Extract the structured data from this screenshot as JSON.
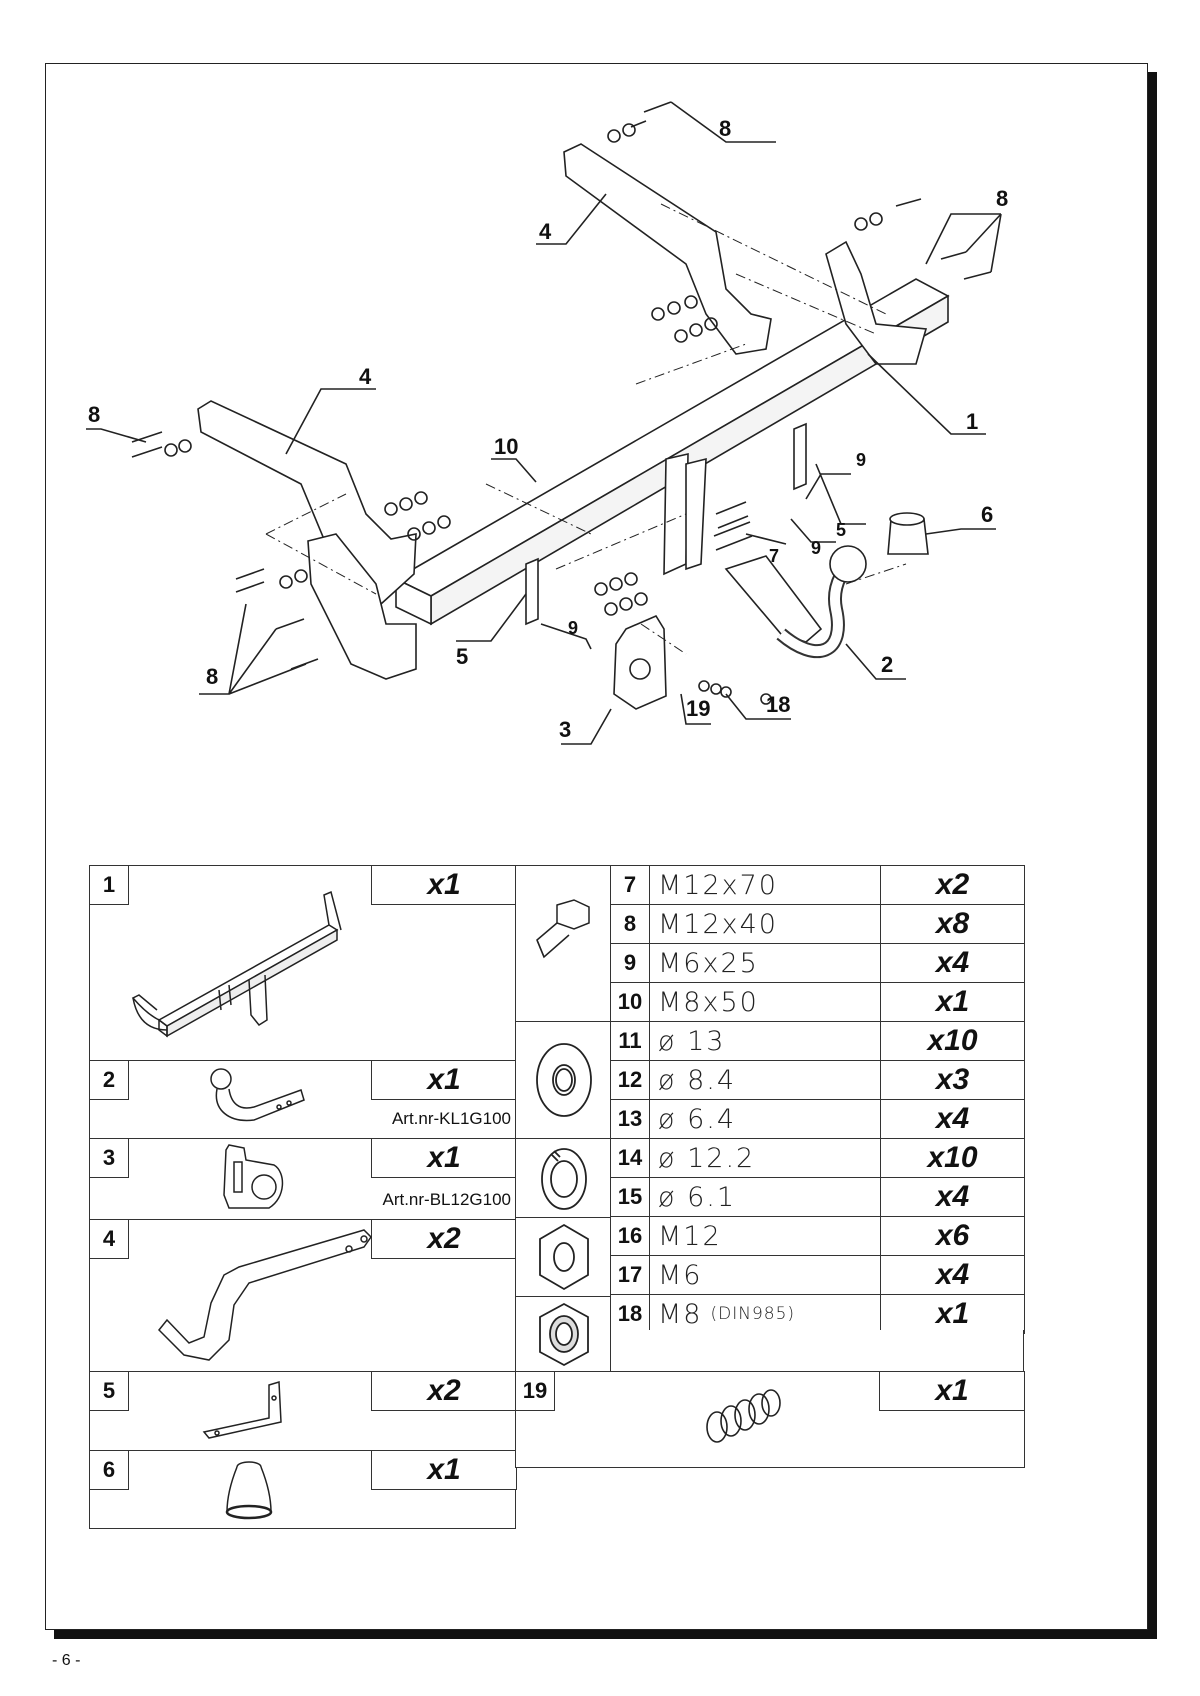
{
  "callouts": {
    "c1": "1",
    "c2": "2",
    "c3": "3",
    "c4a": "4",
    "c4b": "4",
    "c5a": "5",
    "c5b": "5",
    "c6": "6",
    "c7": "7",
    "c8a": "8",
    "c8b": "8",
    "c8c": "8",
    "c8d": "8",
    "c9a": "9",
    "c9b": "9",
    "c9c": "9",
    "c10": "10",
    "c18": "18",
    "c19": "19"
  },
  "left_parts": [
    {
      "num": "1",
      "qty": "x1",
      "art": ""
    },
    {
      "num": "2",
      "qty": "x1",
      "art": "Art.nr-KL1G100"
    },
    {
      "num": "3",
      "qty": "x1",
      "art": "Art.nr-BL12G100"
    },
    {
      "num": "4",
      "qty": "x2",
      "art": ""
    },
    {
      "num": "5",
      "qty": "x2",
      "art": ""
    },
    {
      "num": "6",
      "qty": "x1",
      "art": ""
    }
  ],
  "hardware": [
    {
      "num": "7",
      "spec": "M12x70",
      "note": "",
      "qty": "x2"
    },
    {
      "num": "8",
      "spec": "M12x40",
      "note": "",
      "qty": "x8"
    },
    {
      "num": "9",
      "spec": "M6x25",
      "note": "",
      "qty": "x4"
    },
    {
      "num": "10",
      "spec": "M8x50",
      "note": "",
      "qty": "x1"
    },
    {
      "num": "11",
      "spec": "ø 13",
      "note": "",
      "qty": "x10"
    },
    {
      "num": "12",
      "spec": "ø 8.4",
      "note": "",
      "qty": "x3"
    },
    {
      "num": "13",
      "spec": "ø 6.4",
      "note": "",
      "qty": "x4"
    },
    {
      "num": "14",
      "spec": "ø 12.2",
      "note": "",
      "qty": "x10"
    },
    {
      "num": "15",
      "spec": "ø 6.1",
      "note": "",
      "qty": "x4"
    },
    {
      "num": "16",
      "spec": "M12",
      "note": "",
      "qty": "x6"
    },
    {
      "num": "17",
      "spec": "M6",
      "note": "",
      "qty": "x4"
    },
    {
      "num": "18",
      "spec": "M8",
      "note": "(DIN985)",
      "qty": "x1"
    }
  ],
  "part19": {
    "num": "19",
    "qty": "x1"
  },
  "page_number": "- 6 -",
  "icons": [
    "towbar-icon",
    "tow-ball-icon",
    "socket-plate-icon",
    "side-bracket-icon",
    "l-bracket-icon",
    "ball-cover-icon",
    "bolt-icon",
    "washer-icon",
    "spring-washer-icon",
    "nut-icon",
    "lock-nut-icon",
    "spring-icon"
  ]
}
